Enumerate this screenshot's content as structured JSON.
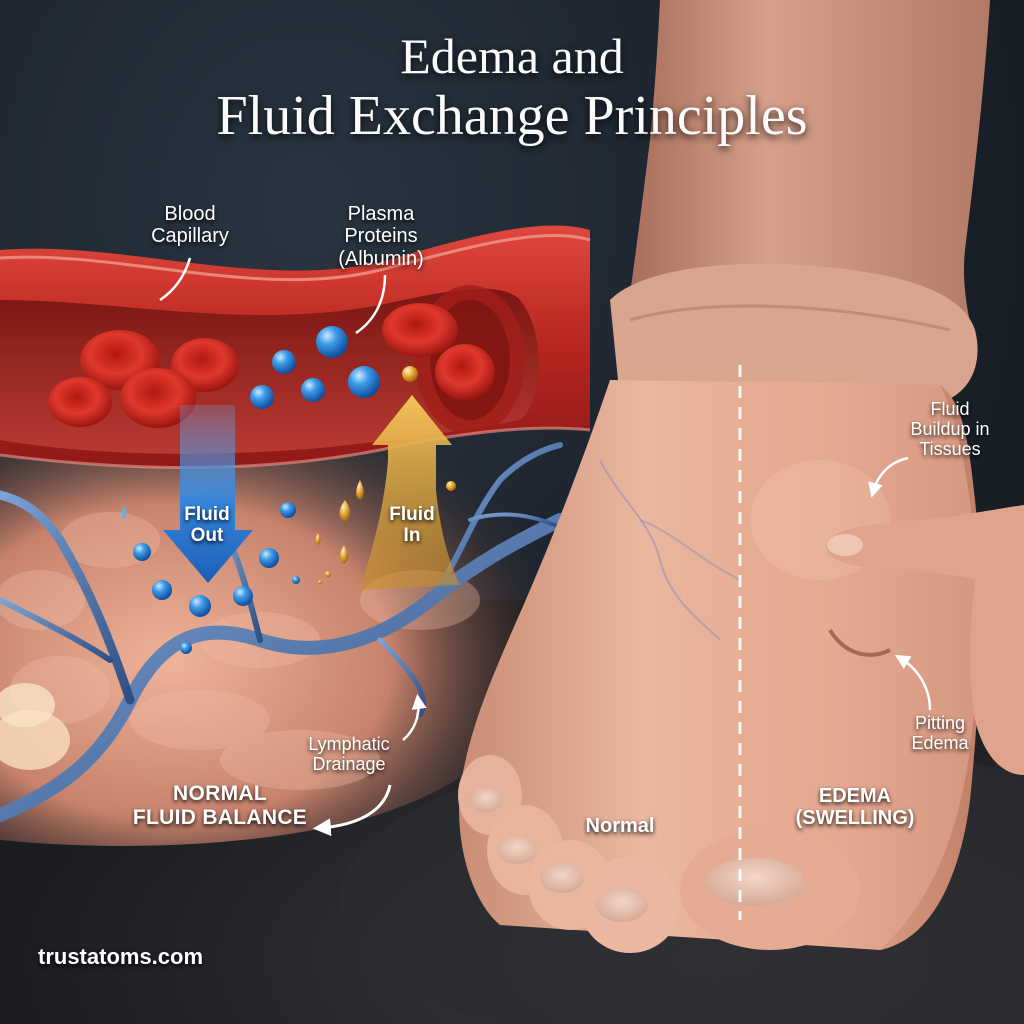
{
  "title": {
    "line1": "Edema and",
    "line2": "Fluid Exchange Principles"
  },
  "left_panel": {
    "labels": {
      "blood_capillary": [
        "Blood",
        "Capillary"
      ],
      "plasma_proteins": [
        "Plasma",
        "Proteins",
        "(Albumin)"
      ],
      "fluid_out": [
        "Fluid",
        "Out"
      ],
      "fluid_in": [
        "Fluid",
        "In"
      ],
      "lymphatic_drainage": [
        "Lymphatic",
        "Drainage"
      ],
      "normal_fluid_balance": [
        "NORMAL",
        "FLUID BALANCE"
      ]
    }
  },
  "right_panel": {
    "labels": {
      "fluid_buildup": [
        "Fluid",
        "Buildup in",
        "Tissues"
      ],
      "pitting_edema": [
        "Pitting",
        "Edema"
      ],
      "normal": "Normal",
      "edema_swelling": [
        "EDEMA",
        "(SWELLING)"
      ]
    }
  },
  "watermark": "trustatoms.com",
  "colors": {
    "background": "#1b232c",
    "capillary_red": "#c8322c",
    "rbc_red": "#d2261f",
    "albumin_blue": "#2a7fd0",
    "fluid_out_blue": "#2f7fd6",
    "fluid_in_gold": "#e0a53a",
    "lymph_blue": "#5a7fb5",
    "tissue_pink": "#e6a088",
    "skin": "#e3a98e",
    "text": "#ffffff"
  }
}
